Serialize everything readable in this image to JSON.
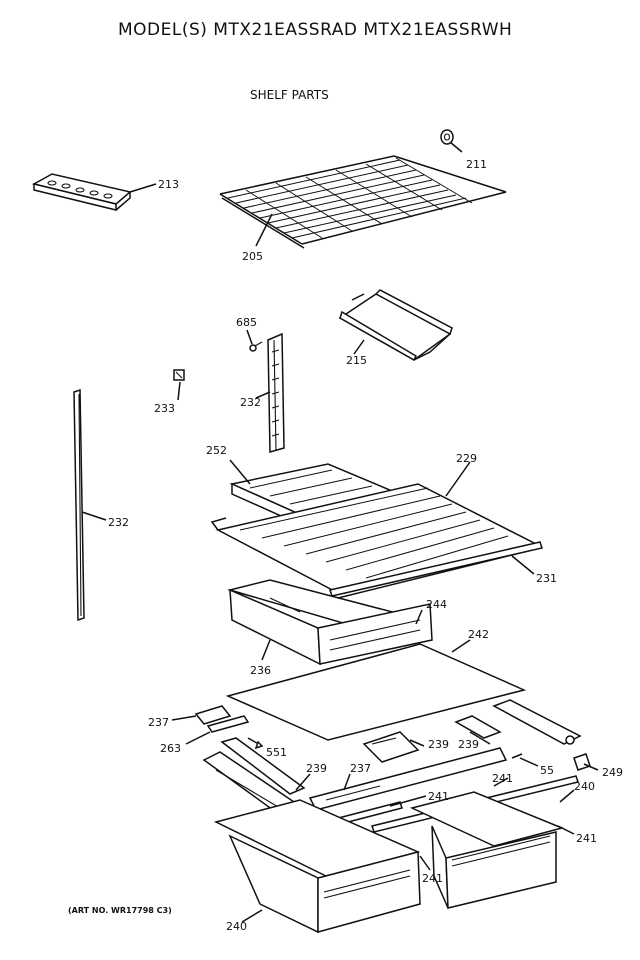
{
  "header": {
    "model_title": "MODEL(S) MTX21EASSRAD  MTX21EASSRWH",
    "section_title": "SHELF PARTS"
  },
  "footer": {
    "art_number": "(ART NO. WR17798 C3)"
  },
  "callouts": {
    "p211": "211",
    "p213": "213",
    "p205": "205",
    "p685": "685",
    "p215": "215",
    "p233": "233",
    "p232a": "232",
    "p232b": "232",
    "p252": "252",
    "p229": "229",
    "p231": "231",
    "p244": "244",
    "p236": "236",
    "p242": "242",
    "p237a": "237",
    "p263": "263",
    "p551a": "551",
    "p239a": "239",
    "p239b": "239",
    "p239c": "239",
    "p237b": "237",
    "p551b": "55",
    "p249": "249",
    "p241a": "241",
    "p241b": "241",
    "p240a": "240",
    "p241c": "241",
    "p241d": "241",
    "p240b": "240"
  }
}
